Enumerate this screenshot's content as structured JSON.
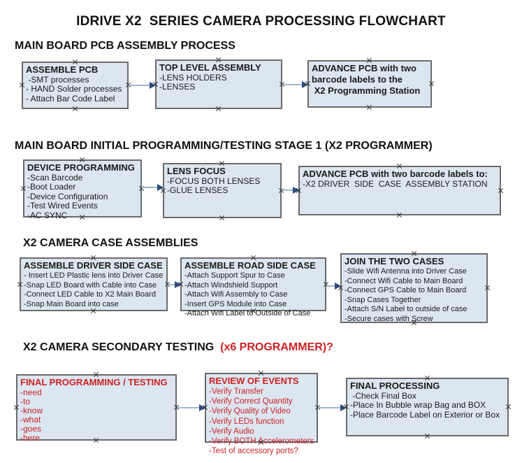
{
  "title": "IDRIVE X2  SERIES CAMERA PROCESSING FLOWCHART",
  "colors": {
    "box_fill": "#dce6f1",
    "box_border": "#6b6b6b",
    "red": "#cc2222",
    "arrow_line": "#a3b6d2",
    "arrow_head": "#2b4a7e"
  },
  "icons": {
    "connection_point": "x-handle",
    "connector": "right-arrow"
  },
  "sections": [
    {
      "heading": "MAIN BOARD PCB ASSEMBLY PROCESS",
      "boxes": [
        {
          "title": "ASSEMBLE PCB",
          "items": [
            " -SMT processes",
            "- HAND Solder processes",
            "- Attach Bar Code Label"
          ]
        },
        {
          "title": "TOP LEVEL ASSEMBLY",
          "items": [
            "-LENS HOLDERS",
            "-LENSES"
          ]
        },
        {
          "title": "ADVANCE PCB with two\nbarcode labels to the\n X2 Programming Station",
          "items": []
        }
      ]
    },
    {
      "heading": "MAIN BOARD INITIAL PROGRAMMING/TESTING STAGE 1 (X2 PROGRAMMER)",
      "boxes": [
        {
          "title": "DEVICE PROGRAMMING",
          "items": [
            "-Scan Barcode",
            "-Boot Loader",
            "-Device Configuration",
            "-Test Wired Events",
            "-AC SYNC"
          ]
        },
        {
          "title": "LENS FOCUS",
          "items": [
            "-FOCUS BOTH LENSES",
            "-GLUE LENSES"
          ]
        },
        {
          "title": "ADVANCE PCB with two barcode labels to:",
          "items": [
            "-X2 DRIVER  SIDE  CASE  ASSEMBLY STATION"
          ]
        }
      ]
    },
    {
      "heading": "X2 CAMERA CASE ASSEMBLIES",
      "boxes": [
        {
          "title": "ASSEMBLE DRIVER SIDE CASE",
          "items": [
            "- Insert LED Plastic lens into Driver Case",
            "-Snap LED Board with Cable into Case",
            "-Connect LED Cable to X2 Main Board",
            "-Snap Main Board into case"
          ]
        },
        {
          "title": "ASSEMBLE ROAD SIDE CASE",
          "items": [
            "-Attach Support Spur to Case",
            "-Attach Windshield Support",
            "-Attach Wifi Assembly to Case",
            "-Insert GPS Module into Case",
            "-Attach Wifi Label to Outside of Case"
          ]
        },
        {
          "title": "JOIN THE TWO CASES",
          "items": [
            "-Slide Wifi Antenna into Driver Case",
            "-Connect Wifi Cable to Main Board",
            "-Connect GPS Cable to Main Board",
            "-Snap Cases Together",
            "-Attach S/N Label to outside of case",
            "-Secure cases with Screw"
          ]
        }
      ]
    },
    {
      "heading": "X2 CAMERA SECONDARY TESTING",
      "heading_red": "  (x6 PROGRAMMER)?",
      "boxes": [
        {
          "title": "FINAL PROGRAMMING / TESTING",
          "items": [
            "-need",
            "-to",
            "-know",
            "-what",
            "-goes",
            "-here"
          ]
        },
        {
          "title": "REVIEW OF EVENTS",
          "items": [
            "-Verify Transfer",
            "-Verify Correct Quantity",
            "-Verify Quality of Video",
            "-Verify LEDs function",
            "-Verify Audio",
            "-Verify BOTH Accelerometers",
            "-Test of accessory ports?"
          ]
        },
        {
          "title": "FINAL PROCESSING",
          "items": [
            " -Check Final Box",
            "-Place In Bubble wrap Bag and BOX",
            "-Place Barcode Label on Exterior or Box"
          ]
        }
      ]
    }
  ]
}
